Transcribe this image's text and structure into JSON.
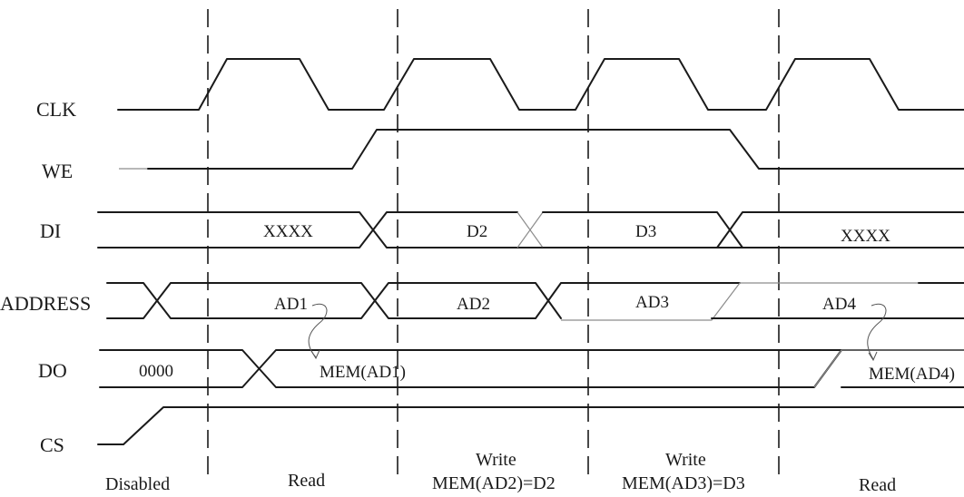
{
  "signals": {
    "clk": "CLK",
    "we": "WE",
    "di": "DI",
    "address": "ADDRESS",
    "do": "DO",
    "cs": "CS"
  },
  "di_values": [
    "XXXX",
    "D2",
    "D3",
    "XXXX"
  ],
  "address_values": [
    "AD1",
    "AD2",
    "AD3",
    "AD4"
  ],
  "do_values": [
    "0000",
    "MEM(AD1)",
    "MEM(AD4)"
  ],
  "phases": {
    "disabled": "Disabled",
    "read1": "Read",
    "write2_line1": "Write",
    "write2_line2": "MEM(AD2)=D2",
    "write3_line1": "Write",
    "write3_line2": "MEM(AD3)=D3",
    "read2": "Read"
  }
}
